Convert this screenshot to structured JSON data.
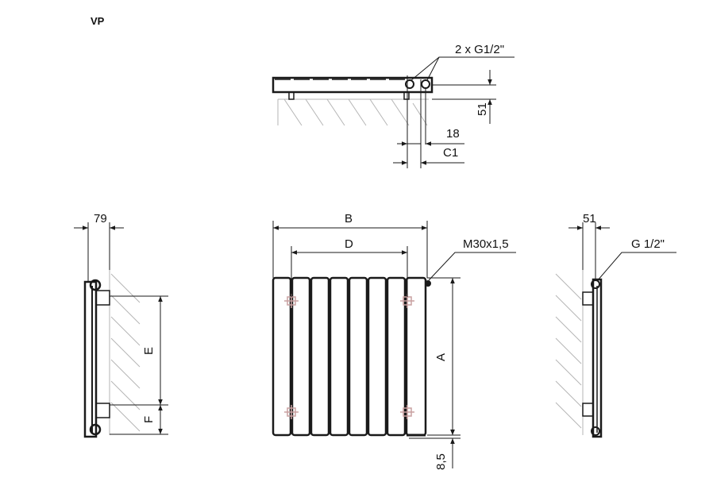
{
  "title": "VP",
  "top_view": {
    "connection_label": "2 x G1/2\"",
    "depth_label": "51",
    "offset_label": "18",
    "c1_label": "C1"
  },
  "side_left": {
    "width_label": "79",
    "e_label": "E",
    "f_label": "F"
  },
  "front": {
    "b_label": "B",
    "d_label": "D",
    "thread_label": "M30x1,5",
    "a_label": "A",
    "bottom_label": "8,5"
  },
  "side_right": {
    "width_label": "51",
    "connection_label": "G 1/2\""
  },
  "colors": {
    "line": "#1a1a1a",
    "hatch": "#b5b5b5",
    "marker": "#c8a0a0"
  }
}
